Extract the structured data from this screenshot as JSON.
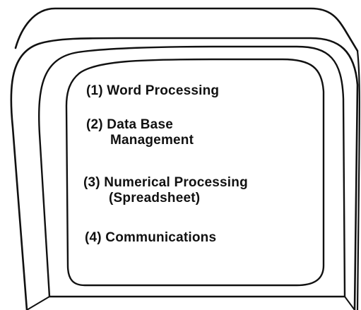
{
  "screen_items": [
    {
      "line1": "(1) Word Processing",
      "line2": ""
    },
    {
      "line1": "(2) Data Base",
      "line2": "Management"
    },
    {
      "line1": "(3) Numerical Processing",
      "line2": "(Spreadsheet)"
    },
    {
      "line1": "(4) Communications",
      "line2": ""
    }
  ]
}
